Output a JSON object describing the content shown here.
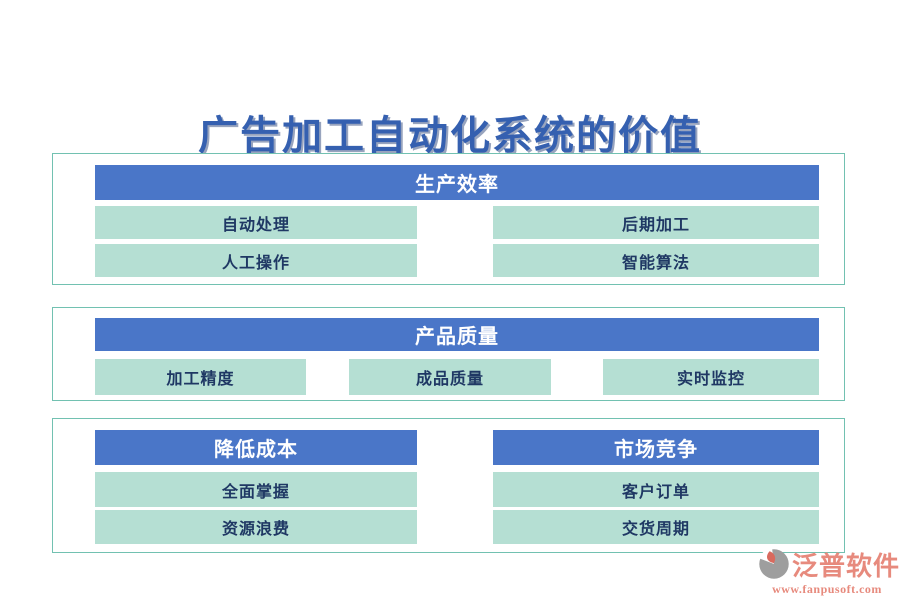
{
  "page": {
    "title": "广告加工自动化系统的价值"
  },
  "colors": {
    "header_blue": "#4a76c8",
    "cell_green": "#b5dfd3",
    "panel_border_teal": "#72c1b1",
    "cell_text_navy": "#1f3864",
    "title_blue": "#3560b0",
    "logo_salmon": "#e78a7d"
  },
  "sections": [
    {
      "header": "生产效率",
      "cells": [
        [
          "自动处理",
          "后期加工"
        ],
        [
          "人工操作",
          "智能算法"
        ]
      ]
    },
    {
      "header": "产品质量",
      "cells": [
        "加工精度",
        "成品质量",
        "实时监控"
      ]
    },
    {
      "columns": [
        {
          "header": "降低成本",
          "cells": [
            "全面掌握",
            "资源浪费"
          ]
        },
        {
          "header": "市场竞争",
          "cells": [
            "客户订单",
            "交货周期"
          ]
        }
      ]
    }
  ],
  "logo": {
    "name": "泛普软件",
    "url": "www.fanpusoft.com"
  }
}
